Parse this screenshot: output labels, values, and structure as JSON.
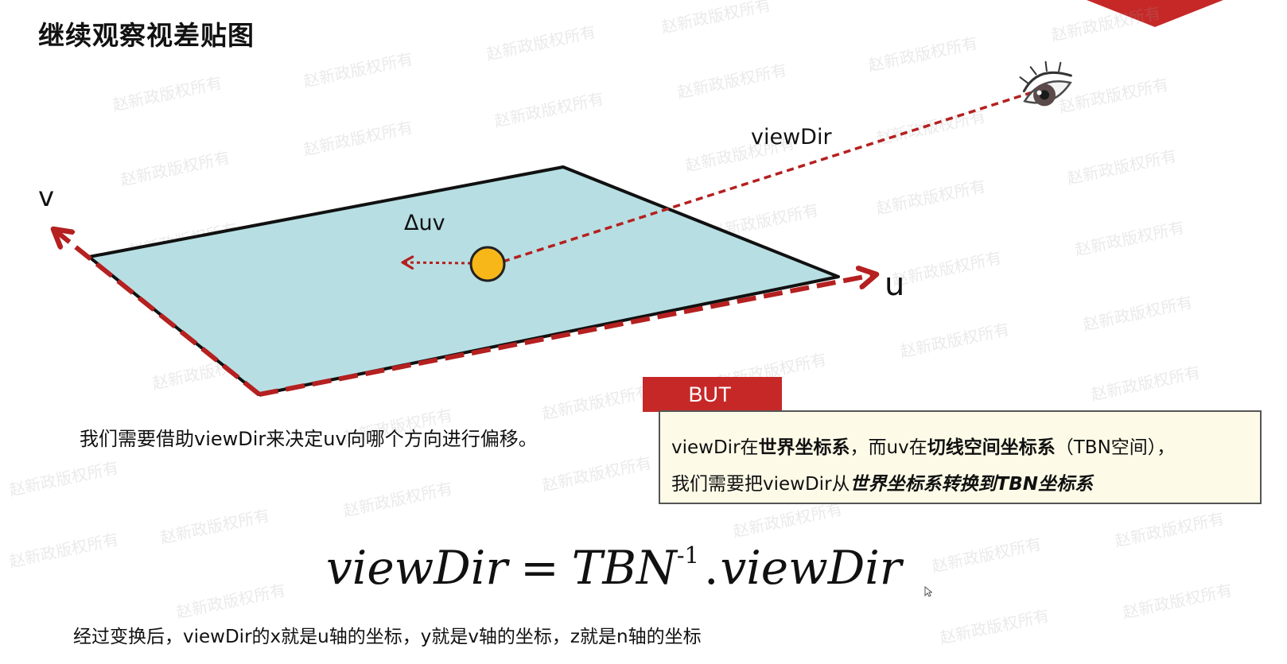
{
  "slide": {
    "title": "继续观察视差贴图",
    "watermark": "赵新政版权所有"
  },
  "diagram": {
    "labels": {
      "v": "v",
      "u": "u",
      "delta_uv": "Δuv",
      "view_dir": "viewDir"
    },
    "colors": {
      "plane_fill": "#b7dfe3",
      "plane_edge": "#111111",
      "arrow_red": "#b52020",
      "point_fill": "#f7b718",
      "point_stroke": "#222222"
    },
    "icons": {
      "eye": "eye-icon"
    }
  },
  "left_note": "我们需要借助viewDir来决定uv向哪个方向进行偏移。",
  "but_box": {
    "tab_label": "BUT",
    "line1": {
      "part1": "viewDir在",
      "bold1": "世界坐标系",
      "part2": "，而uv在",
      "bold2": "切线空间坐标系",
      "part3": "（TBN空间），"
    },
    "line2": {
      "part1": "我们需要把viewDir从",
      "emphasis": "世界坐标系转换到TBN坐标系"
    },
    "colors": {
      "tab": "#c62828",
      "box_fill": "#fdfbe8",
      "box_border": "#555555"
    }
  },
  "formula": {
    "lhs": "viewDir",
    "equals": "=",
    "matrix": "TBN",
    "superscript": "-1",
    "dot": ".",
    "rhs": "viewDir"
  },
  "bottom_note": "经过变换后，viewDir的x就是u轴的坐标，y就是v轴的坐标，z就是n轴的坐标"
}
